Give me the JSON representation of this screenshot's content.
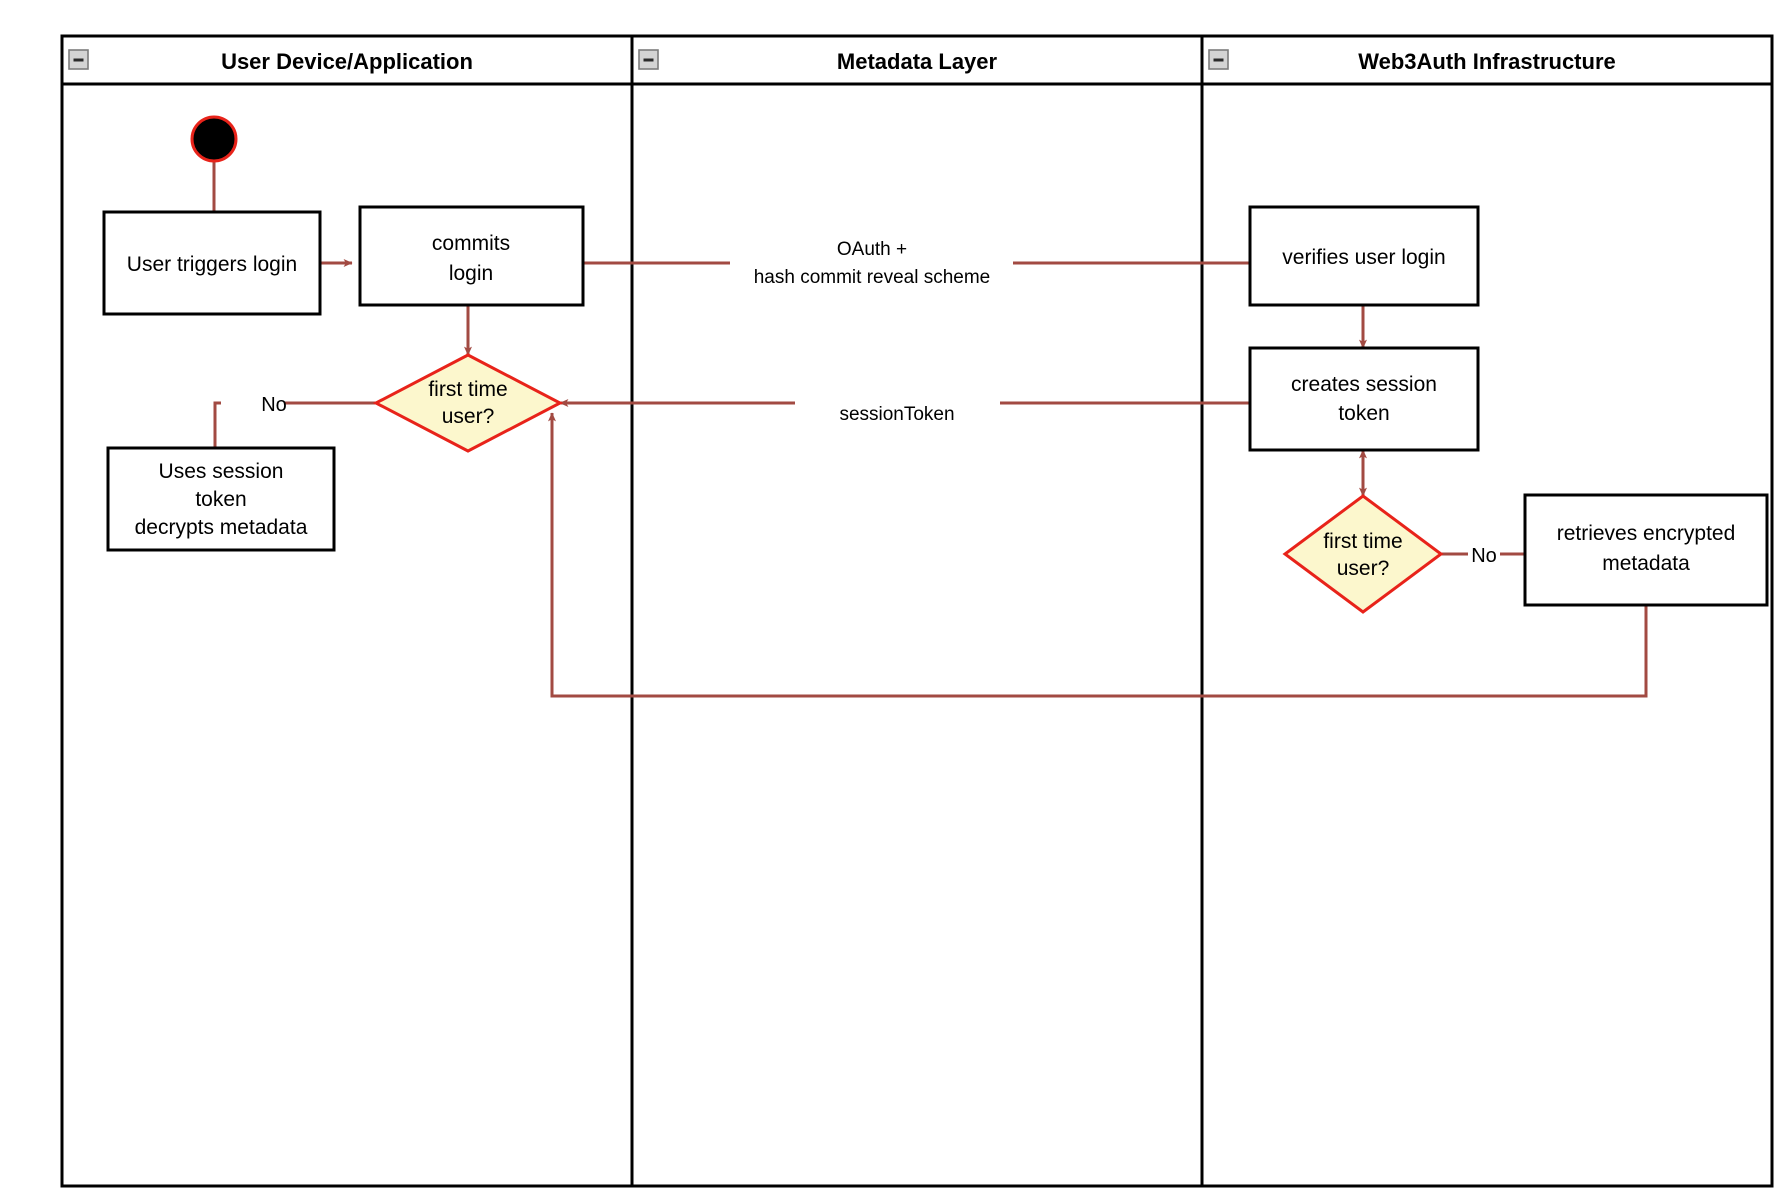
{
  "diagram": {
    "type": "uml-activity-swimlane",
    "title_visible": false,
    "colors": {
      "lane_border": "#000000",
      "node_border": "#000000",
      "decision_border": "#E8231A",
      "decision_fill": "#FCF7CD",
      "edge": "#A24A42",
      "start_node_fill": "#000000",
      "start_node_border": "#E8231A",
      "collapse_icon_fill": "#D0D0D0",
      "background": "#FFFFFF"
    },
    "lanes": [
      {
        "id": "lane-user-device",
        "label": "User Device/Application",
        "collapse_icon": "minus-box-icon"
      },
      {
        "id": "lane-metadata",
        "label": "Metadata Layer",
        "collapse_icon": "minus-box-icon"
      },
      {
        "id": "lane-web3auth",
        "label": "Web3Auth Infrastructure",
        "collapse_icon": "minus-box-icon"
      }
    ],
    "nodes": [
      {
        "id": "start",
        "kind": "initial-node",
        "lane": "lane-user-device",
        "label": ""
      },
      {
        "id": "user-triggers-login",
        "kind": "activity",
        "lane": "lane-user-device",
        "lines": [
          "User triggers login"
        ]
      },
      {
        "id": "commits-login",
        "kind": "activity",
        "lane": "lane-user-device",
        "lines": [
          "commits",
          "login"
        ]
      },
      {
        "id": "decision-first-time-user-left",
        "kind": "decision",
        "lane": "lane-user-device",
        "lines": [
          "first time",
          "user?"
        ]
      },
      {
        "id": "uses-session-token",
        "kind": "activity",
        "lane": "lane-user-device",
        "lines": [
          "Uses session",
          "token",
          "decrypts metadata"
        ]
      },
      {
        "id": "verifies-user-login",
        "kind": "activity",
        "lane": "lane-web3auth",
        "lines": [
          "verifies user login"
        ]
      },
      {
        "id": "creates-session-token",
        "kind": "activity",
        "lane": "lane-web3auth",
        "lines": [
          "creates session",
          "token"
        ]
      },
      {
        "id": "decision-first-time-user-right",
        "kind": "decision",
        "lane": "lane-web3auth",
        "lines": [
          "first time",
          "user?"
        ]
      },
      {
        "id": "retrieves-encrypted-metadata",
        "kind": "activity",
        "lane": "lane-web3auth",
        "lines": [
          "retrieves encrypted",
          "metadata"
        ]
      }
    ],
    "edge_labels": {
      "oauth": {
        "lines": [
          "OAuth +",
          "hash commit reveal scheme"
        ]
      },
      "session_token": {
        "lines": [
          "sessionToken"
        ]
      },
      "guard_no_left": "No",
      "guard_no_right": "No"
    }
  }
}
